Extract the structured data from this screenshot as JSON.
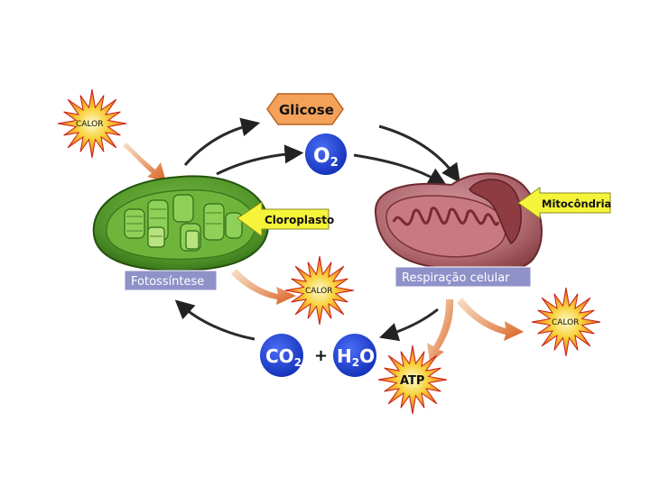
{
  "labels": {
    "glicose": "Glicose",
    "o2_main": "O",
    "o2_sub": "2",
    "co2_main": "CO",
    "co2_sub": "2",
    "plus": "+",
    "h2o_h": "H",
    "h2o_sub": "2",
    "h2o_o": "O",
    "atp": "ATP",
    "calor": "CALOR",
    "cloroplasto": "Cloroplasto",
    "mitocondria": "Mitocôndria",
    "fotossintese": "Fotossíntese",
    "respiracao": "Respiração celular"
  },
  "colors": {
    "chloroplast": "#5a9c2e",
    "chloroplast_dark": "#2f6a14",
    "mitochondria": "#a85a5c",
    "mitochondria_dark": "#6e2a30",
    "molecule_blue": "#1e3fd8",
    "glicose_fill": "#f4a25a",
    "burst_outer": "#e8341c",
    "burst_inner": "#f7d23a",
    "pointer_yellow": "#f6f43a",
    "process_label_bg": "#8f91c9",
    "orange_arrow": "#e0702a"
  }
}
